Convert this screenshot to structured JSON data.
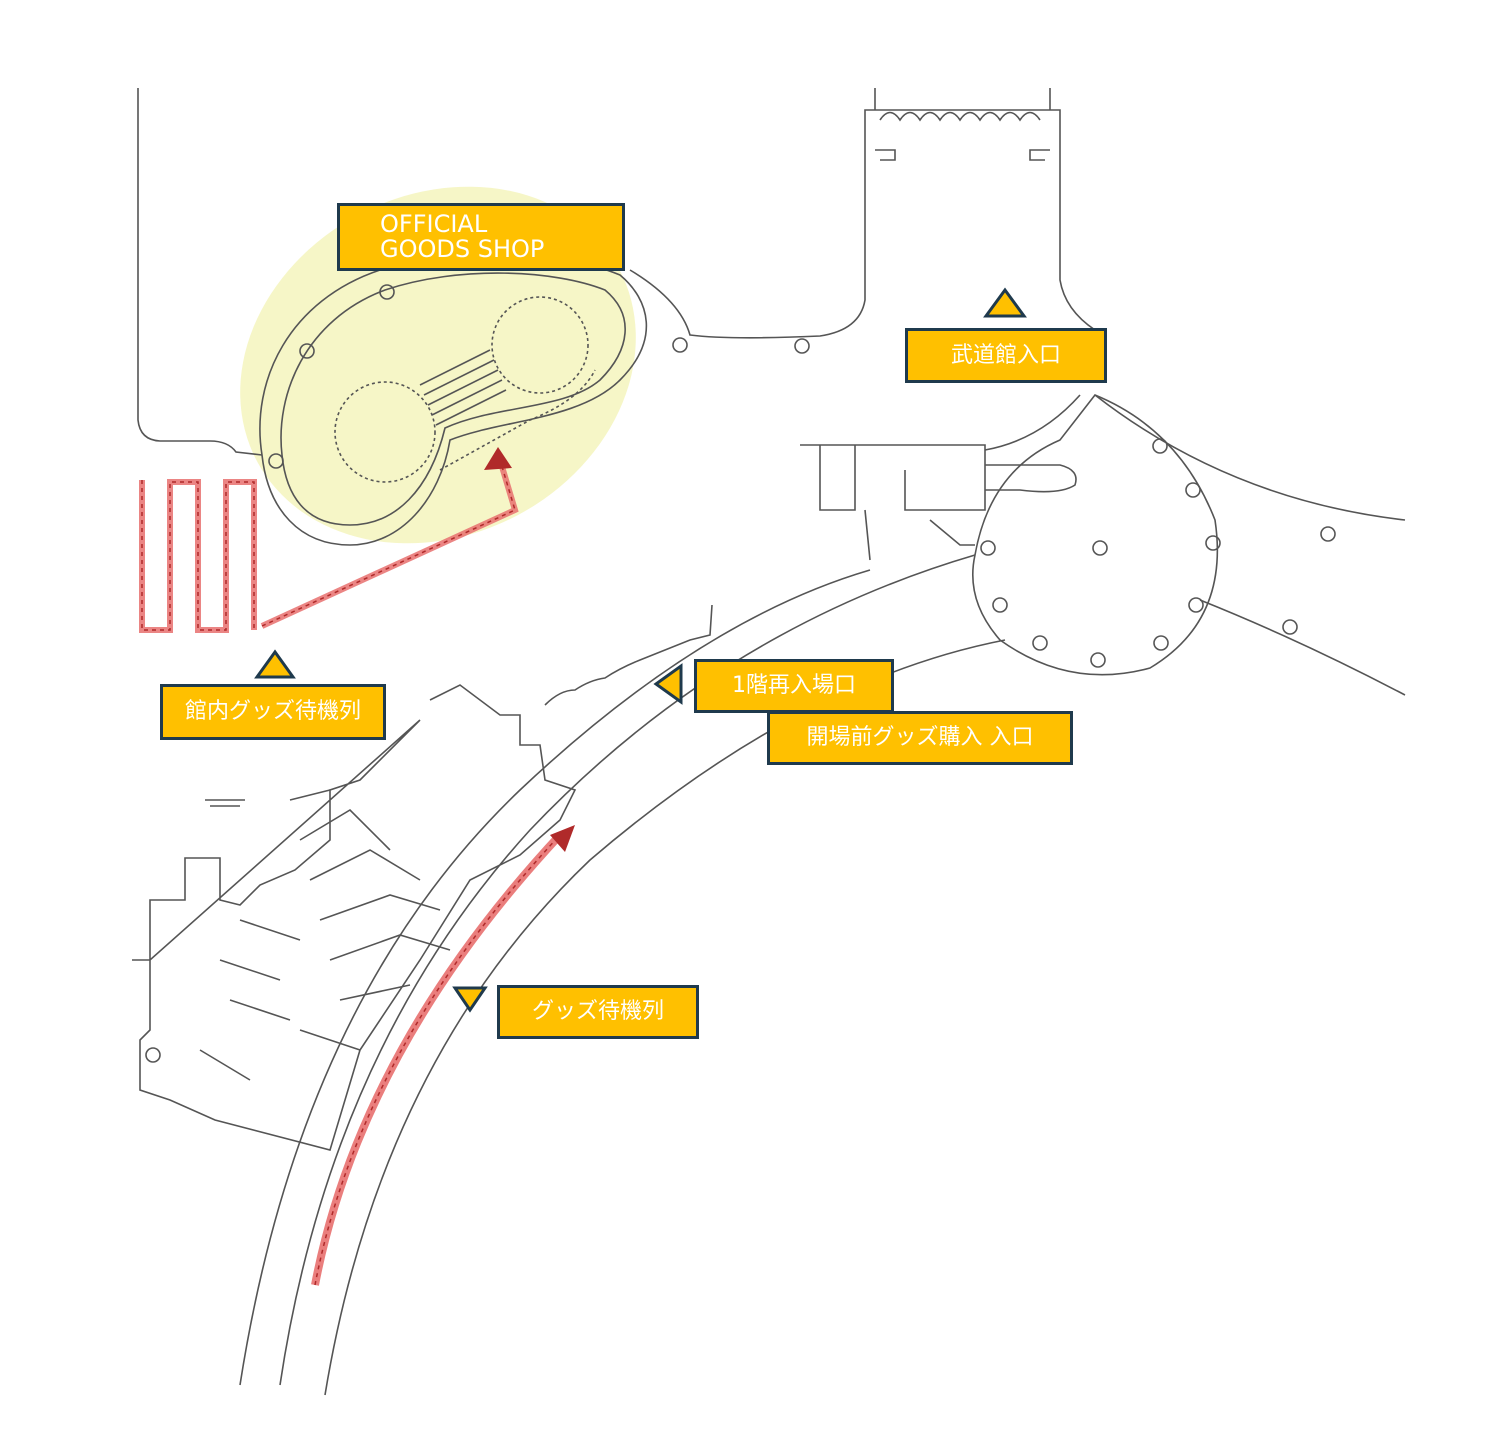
{
  "colors": {
    "label_bg": "#FFC000",
    "label_border": "#1F3A4D",
    "shop_highlight": "#F5F5C4",
    "queue_line": "#E8706F",
    "arrow": "#B02A2A",
    "outline": "#555555"
  },
  "labels": {
    "goods_shop_line1": "OFFICIAL",
    "goods_shop_line2": "GOODS SHOP",
    "budokan_entrance": "武道館入口",
    "indoor_goods_queue": "館内グッズ待機列",
    "reentry_1f": "1階再入場口",
    "pre_opening_goods_entrance": "開場前グッズ購入 入口",
    "goods_queue": "グッズ待機列"
  },
  "markers": [
    {
      "name": "budokan-entrance-marker",
      "direction": "up"
    },
    {
      "name": "indoor-queue-marker",
      "direction": "up"
    },
    {
      "name": "reentry-marker",
      "direction": "left"
    },
    {
      "name": "goods-queue-marker",
      "direction": "down"
    }
  ]
}
